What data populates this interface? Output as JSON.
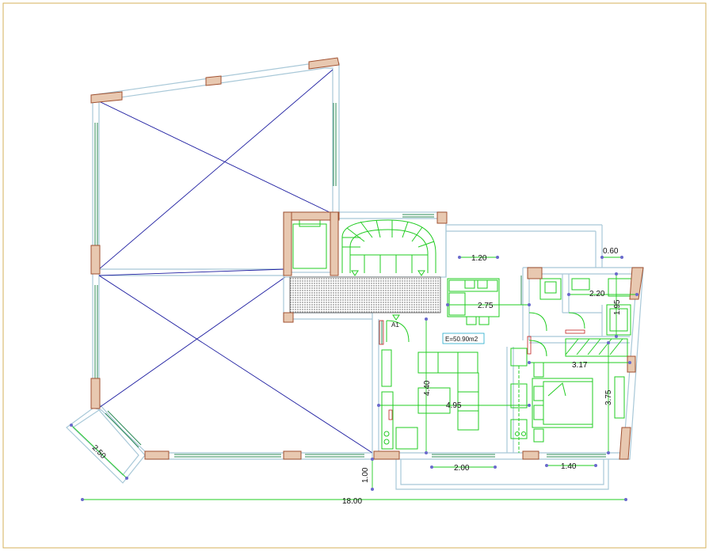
{
  "drawing": {
    "dimensions": {
      "d_120": "1.20",
      "d_060": "0.60",
      "d_275": "2.75",
      "d_220": "2.20",
      "d_195": "1.95",
      "d_317": "3.17",
      "d_440": "4.40",
      "d_495": "4.95",
      "d_375": "3.75",
      "d_250": "2.50",
      "d_200": "2.00",
      "d_140": "1.40",
      "d_100": "1.00",
      "d_1800": "18.00"
    },
    "labels": {
      "area": "E=50.90m2",
      "door_tag": "A1"
    }
  }
}
